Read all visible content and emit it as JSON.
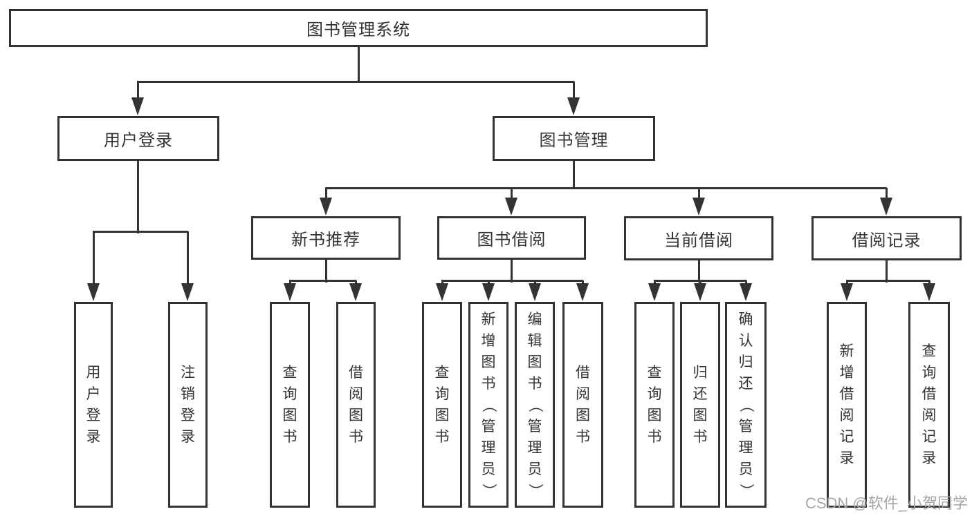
{
  "diagram": {
    "title": "图书管理系统",
    "nodes": [
      {
        "id": "root",
        "label": "图书管理系统",
        "parent": null
      },
      {
        "id": "login",
        "label": "用户登录",
        "parent": "root"
      },
      {
        "id": "mgmt",
        "label": "图书管理",
        "parent": "root"
      },
      {
        "id": "user-login",
        "label": "用户登录",
        "parent": "login"
      },
      {
        "id": "logout",
        "label": "注销登录",
        "parent": "login"
      },
      {
        "id": "rec",
        "label": "新书推荐",
        "parent": "mgmt"
      },
      {
        "id": "borrow",
        "label": "图书借阅",
        "parent": "mgmt"
      },
      {
        "id": "current",
        "label": "当前借阅",
        "parent": "mgmt"
      },
      {
        "id": "record",
        "label": "借阅记录",
        "parent": "mgmt"
      },
      {
        "id": "rec-query",
        "label": "查询图书",
        "parent": "rec"
      },
      {
        "id": "rec-borrow",
        "label": "借阅图书",
        "parent": "rec"
      },
      {
        "id": "bor-query",
        "label": "查询图书",
        "parent": "borrow"
      },
      {
        "id": "bor-add",
        "label": "新增图书（管理员）",
        "parent": "borrow"
      },
      {
        "id": "bor-edit",
        "label": "编辑图书（管理员）",
        "parent": "borrow"
      },
      {
        "id": "bor-borrow",
        "label": "借阅图书",
        "parent": "borrow"
      },
      {
        "id": "cur-query",
        "label": "查询图书",
        "parent": "current"
      },
      {
        "id": "cur-return",
        "label": "归还图书",
        "parent": "current"
      },
      {
        "id": "cur-confirm",
        "label": "确认归还（管理员）",
        "parent": "current"
      },
      {
        "id": "record-add",
        "label": "新增借阅记录",
        "parent": "record"
      },
      {
        "id": "record-query",
        "label": "查询借阅记录",
        "parent": "record"
      }
    ]
  },
  "watermark": {
    "text": "CSDN @软件_小贺同学"
  },
  "colors": {
    "line": "#333333",
    "text": "#333333",
    "box_background": "#ffffff",
    "watermark": "#a6a6a6"
  }
}
